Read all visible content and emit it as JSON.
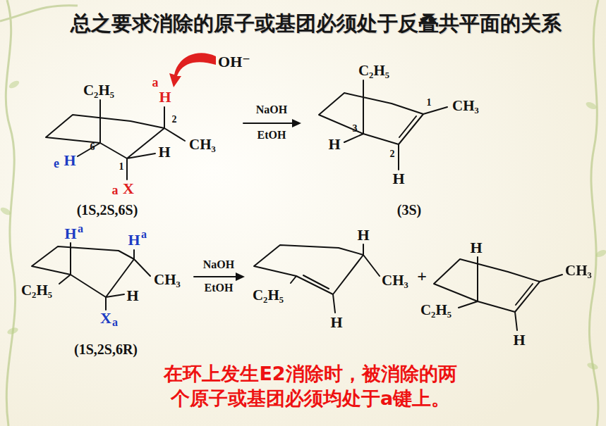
{
  "diagram": {
    "title": "总之要求消除的原子或基团必须处于反叠共平面的关系",
    "labels": [
      "OH⁻",
      "a",
      "H",
      "C₂H₅",
      "2",
      "CH₃",
      "e",
      "H",
      "6",
      "H",
      "1",
      "a",
      "X",
      "(1S,2S,6S)",
      "NaOH",
      "EtOH",
      "C₂H₅",
      "1",
      "CH₃",
      "H",
      "3",
      "2",
      "H",
      "(3S)",
      "H",
      "a",
      "H",
      "a",
      "C₂H₅",
      "CH₃",
      "H",
      "X",
      "a",
      "(1S,2S,6R)",
      "NaOH",
      "EtOH",
      "H",
      "CH₃",
      "C₂H₅",
      "H",
      "+",
      "H",
      "CH₃",
      "C₂H₅",
      "H",
      "在环上发生E2消除时，被消除的两 个原子或基团必须均处于a键上。"
    ]
  }
}
